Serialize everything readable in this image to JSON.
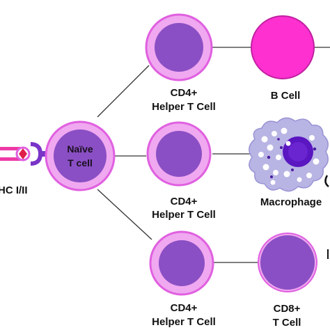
{
  "labels": {
    "naive_line1": "Naïve",
    "naive_line2": "T cell",
    "mhc": "HC I/II",
    "top_cd4_line1": "CD4+",
    "top_cd4_line2": "Helper T Cell",
    "mid_cd4_line1": "CD4+",
    "mid_cd4_line2": "Helper T Cell",
    "bot_cd4_line1": "CD4+",
    "bot_cd4_line2": "Helper T Cell",
    "b_cell": "B Cell",
    "macrophage": "Macrophage",
    "cd8_line1": "CD8+",
    "cd8_line2": "T Cell"
  },
  "colors": {
    "cell_outer": "#f0a8f0",
    "cell_ring": "#e060e0",
    "cell_inner": "#8a4fc4",
    "b_cell": "#ff30d0",
    "b_cell_ring": "#c020a0",
    "macrophage_body": "#b8b4e4",
    "macrophage_nucleus": "#5a16c0",
    "macrophage_dot": "#4a1aa0",
    "mhc_pink": "#ee3aa6",
    "mhc_purple": "#7a34c8",
    "mhc_red": "#e0204a",
    "line": "#333333"
  }
}
